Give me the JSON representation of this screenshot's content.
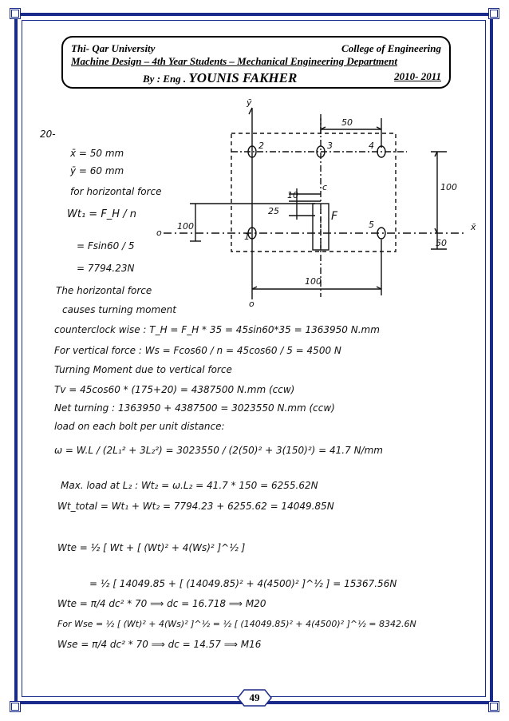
{
  "header": {
    "university": "Thi- Qar University",
    "college": "College of Engineering",
    "course_line": "Machine Design – 4th Year Students – Mechanical Engineering Department",
    "author_prefix": "By : Eng .",
    "author_name": "YOUNIS FAKHER",
    "years": "2010- 2011"
  },
  "diagram": {
    "y_axis": "ȳ",
    "x_axis": "x̄",
    "dim_top": "50",
    "dim_right": "100",
    "dim_right_small": "50",
    "dim_left": "100",
    "dim_bottom": "100",
    "dim_10": "10",
    "dim_25": "25",
    "origin_left": "o",
    "origin_bottom": "o",
    "label_c": "c",
    "label_f": "F",
    "bolts": [
      "1",
      "2",
      "3",
      "4",
      "5"
    ]
  },
  "solution": {
    "problem_no": "20-",
    "lines": [
      "x̄ = 50 mm",
      "ȳ = 60 mm",
      "for horizontal force",
      "Wt₁ = F_H / n",
      "= Fsin60 / 5",
      "= 7794.23N",
      "The horizontal force",
      "causes turning moment",
      "counterclock wise : T_H = F_H * 35 = 45sin60*35 = 1363950 N.mm",
      "For vertical force : Ws = Fcos60 / n = 45cos60 / 5 = 4500 N",
      "Turning Moment due to vertical force",
      "Tv = 45cos60 * (175+20) = 4387500 N.mm (ccw)",
      "Net turning : 1363950 + 4387500 = 3023550 N.mm (ccw)",
      "load on each bolt per unit distance:",
      "ω = W.L / (2L₁² + 3L₂²) = 3023550 / (2(50)² + 3(150)²) = 41.7 N/mm",
      "Max. load at L₂ : Wt₂ = ω.L₂ = 41.7 * 150 = 6255.62N",
      "Wt_total = Wt₁ + Wt₂ = 7794.23 + 6255.62 = 14049.85N",
      "Wte = ½ [ Wt + [ (Wt)² + 4(Ws)² ]^½ ]",
      "= ½ [ 14049.85 + [ (14049.85)² + 4(4500)² ]^½ ] = 15367.56N",
      "Wte = π/4 dc² * 70  ⟹  dc = 16.718 ⟹ M20",
      "For Wse = ½ [ (Wt)² + 4(Ws)² ]^½ = ½ [ (14049.85)² + 4(4500)² ]^½ = 8342.6N",
      "Wse = π/4 dc² * 70  ⟹  dc = 14.57  ⟹  M16"
    ]
  },
  "footer": {
    "page_number": "49"
  },
  "colors": {
    "frame": "#1a2a8a",
    "ink": "#111111"
  }
}
